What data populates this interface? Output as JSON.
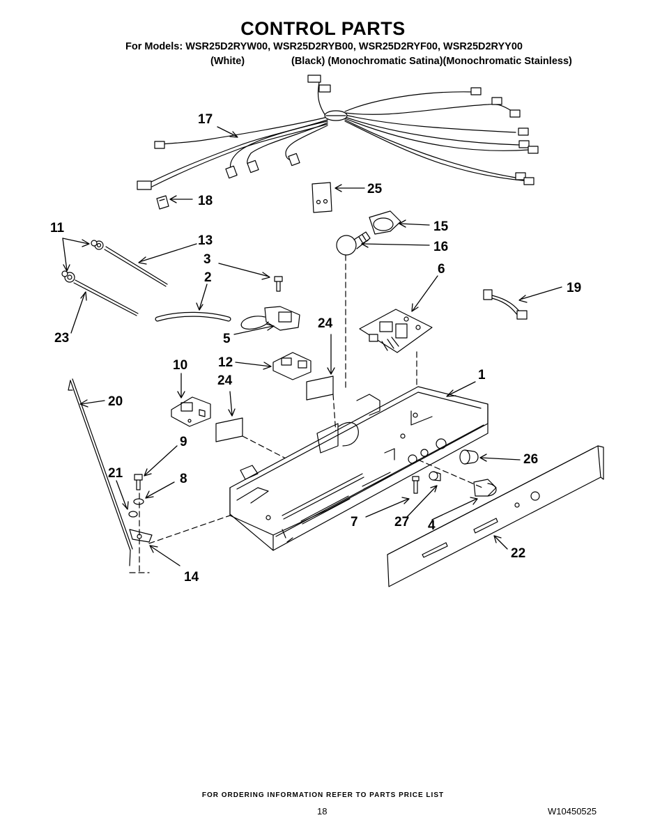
{
  "header": {
    "title": "CONTROL PARTS",
    "models": "For Models: WSR25D2RYW00, WSR25D2RYB00, WSR25D2RYF00, WSR25D2RYY00",
    "variants": [
      "(White)",
      "(Black) (Monochromatic Satina)(Monochromatic Stainless)"
    ]
  },
  "callouts": [
    "17",
    "25",
    "18",
    "15",
    "16",
    "11",
    "13",
    "3",
    "2",
    "6",
    "19",
    "23",
    "5",
    "24",
    "10",
    "12",
    "24",
    "1",
    "20",
    "9",
    "26",
    "21",
    "8",
    "7",
    "27",
    "4",
    "22",
    "14"
  ],
  "footer": {
    "ordering_note": "FOR ORDERING INFORMATION REFER TO PARTS PRICE LIST",
    "page_number": "18",
    "document_number": "W10450525"
  }
}
